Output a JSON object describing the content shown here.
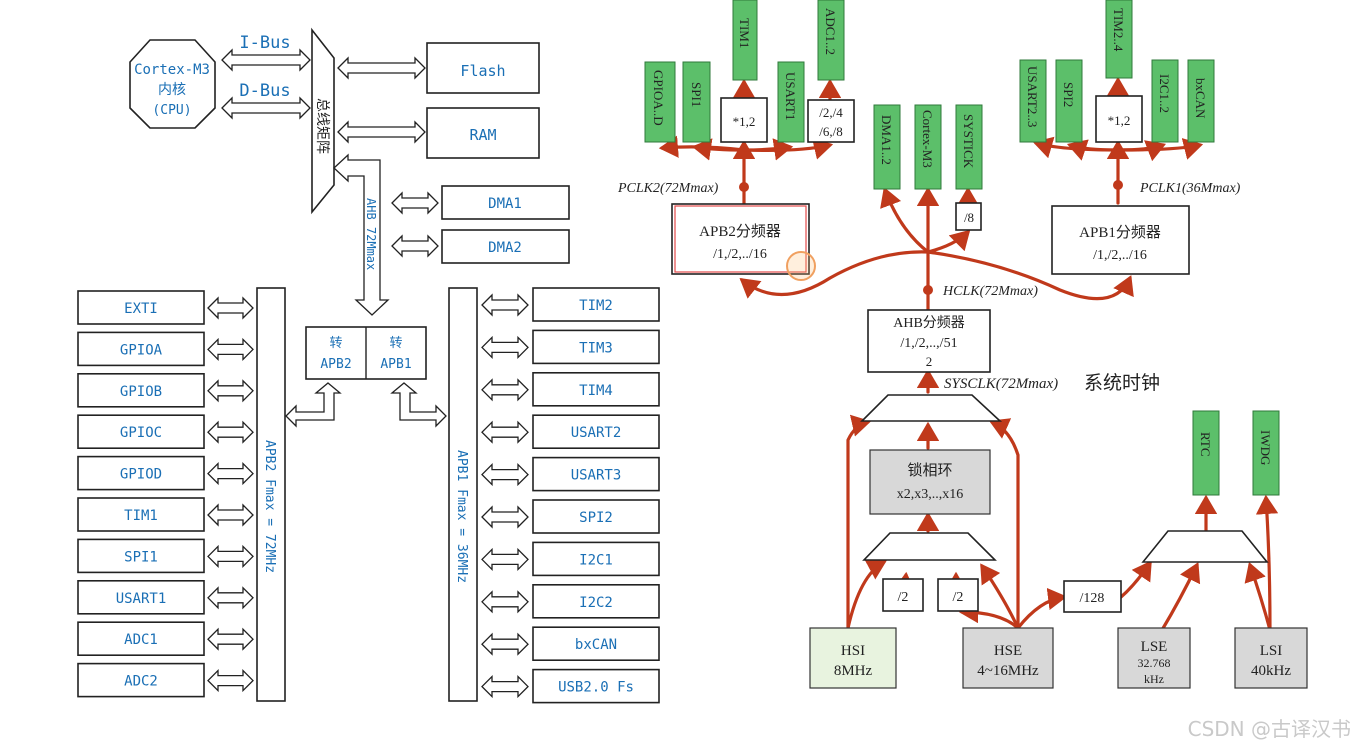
{
  "left": {
    "cpu": {
      "line1": "Cortex-M3",
      "line2": "内核",
      "line3": "(CPU)"
    },
    "ibus": "I-Bus",
    "dbus": "D-Bus",
    "matrix": "总线矩阵",
    "flash": "Flash",
    "ram": "RAM",
    "dma1": "DMA1",
    "dma2": "DMA2",
    "ahb_label": "AHB 72Mmax",
    "bridge_apb2": {
      "top": "转",
      "bottom": "APB2"
    },
    "bridge_apb1": {
      "top": "转",
      "bottom": "APB1"
    },
    "apb2_bus": "APB2 Fmax = 72MHz",
    "apb1_bus": "APB1 Fmax = 36MHz",
    "apb2_periph": [
      "EXTI",
      "GPIOA",
      "GPIOB",
      "GPIOC",
      "GPIOD",
      "TIM1",
      "SPI1",
      "USART1",
      "ADC1",
      "ADC2"
    ],
    "apb1_periph": [
      "TIM2",
      "TIM3",
      "TIM4",
      "USART2",
      "USART3",
      "SPI2",
      "I2C1",
      "I2C2",
      "bxCAN",
      "USB2.0 Fs"
    ]
  },
  "right": {
    "apb2_outputs": [
      "GPIOA..D",
      "SPI1",
      "TIM1",
      "USART1",
      "ADC1..2"
    ],
    "apb1_outputs": [
      "USART2..3",
      "SPI2",
      "TIM2..4",
      "I2C1..2",
      "bxCAN"
    ],
    "core_outputs": [
      "DMA1..2",
      "Cortex-M3",
      "SYSTICK"
    ],
    "mul_apb2": "*1,2",
    "mul_apb1": "*1,2",
    "adc_div": "/2,/4\n/6,/8",
    "systick_div": "/8",
    "pclk2": "PCLK2(72Mmax)",
    "pclk1": "PCLK1(36Mmax)",
    "apb2_prescaler": {
      "title": "APB2分频器",
      "sub": "/1,/2,../16"
    },
    "apb1_prescaler": {
      "title": "APB1分频器",
      "sub": "/1,/2,../16"
    },
    "hclk": "HCLK(72Mmax)",
    "ahb_prescaler": {
      "title": "AHB分频器",
      "sub1": "/1,/2,..,/51",
      "sub2": "2"
    },
    "sysclk": "SYSCLK(72Mmax)",
    "sysclk_cn": "系统时钟",
    "pll": {
      "title": "锁相环",
      "sub": "x2,x3,..,x16"
    },
    "div2_a": "/2",
    "div2_b": "/2",
    "div128": "/128",
    "hsi": {
      "name": "HSI",
      "freq": "8MHz"
    },
    "hse": {
      "name": "HSE",
      "freq": "4~16MHz"
    },
    "lse": {
      "name": "LSE",
      "freq1": "32.768",
      "freq2": "kHz"
    },
    "lsi": {
      "name": "LSI",
      "freq": "40kHz"
    },
    "rtc": "RTC",
    "iwdg": "IWDG"
  },
  "watermark": "CSDN @古译汉书",
  "colors": {
    "accent_blue": "#1a6fb5",
    "clock_red": "#c0391b",
    "output_green": "#5cbf6a"
  }
}
